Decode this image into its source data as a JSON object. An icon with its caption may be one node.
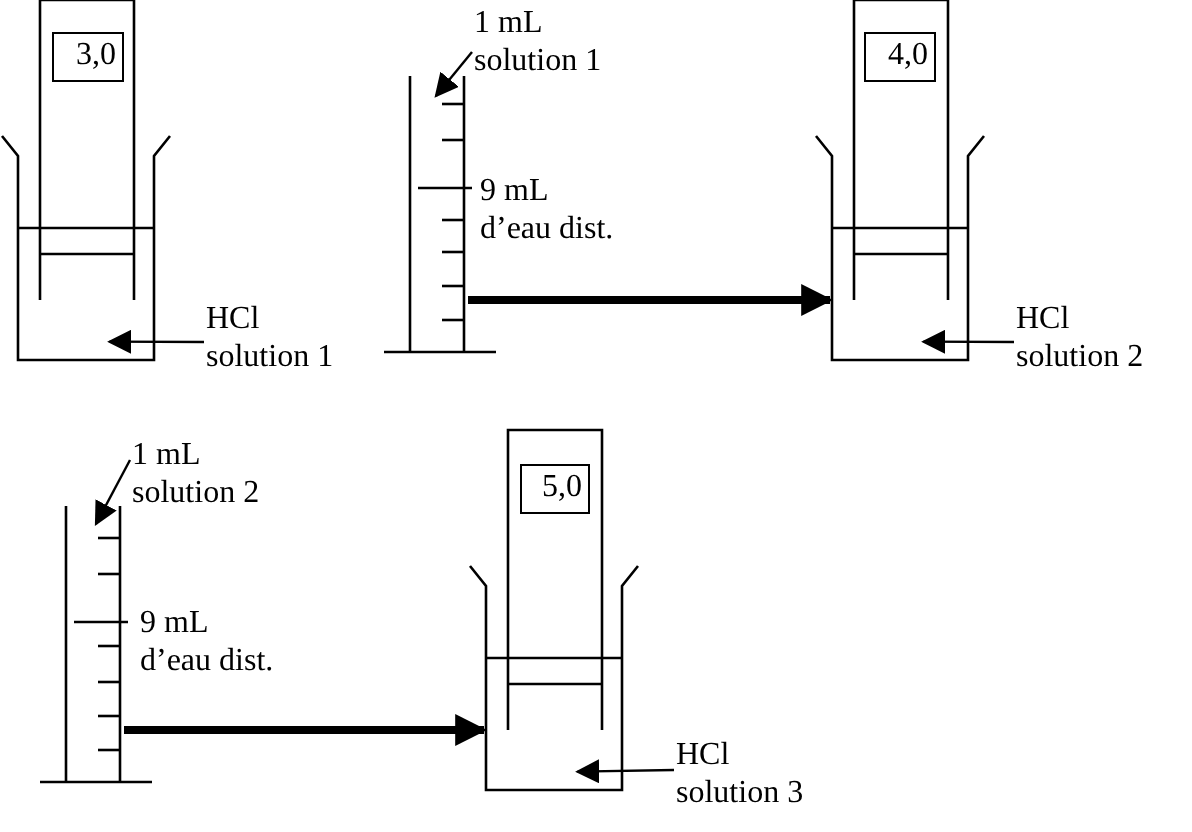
{
  "diagram": {
    "nodes": [
      {
        "text": [
          "3,0"
        ]
      },
      {
        "text": [],
        "shape": "box"
      },
      {
        "text": [
          "HCl solution 1"
        ]
      },
      {
        "text": [
          "1 mL solution 1"
        ]
      },
      {
        "text": [],
        "shape": "box"
      },
      {
        "text": [
          "4,0"
        ]
      },
      {
        "text": [],
        "shape": "box"
      },
      {
        "text": [
          "HCl solution 2"
        ]
      },
      {
        "text": [
          "1 mL solution 2"
        ]
      },
      {
        "text": [],
        "shape": "box"
      },
      {
        "text": [
          "5,0"
        ]
      },
      {
        "text": [],
        "shape": "box"
      },
      {
        "text": [
          "HCl solution 3"
        ]
      }
    ],
    "edges": [
      {
        "from": 2,
        "to": 1,
        "arrow": "to"
      },
      {
        "from": 3,
        "to": null,
        "arrow": "to"
      },
      {
        "from": 4,
        "to": 6,
        "arrow": "to",
        "style": "thick"
      },
      {
        "from": 7,
        "to": 6,
        "arrow": "to"
      },
      {
        "from": 8,
        "to": null,
        "arrow": "to"
      },
      {
        "from": 9,
        "to": 11,
        "arrow": "to",
        "style": "thick"
      },
      {
        "from": 12,
        "to": 11,
        "arrow": "to"
      }
    ],
    "labels": [
      "9 mL d’eau dist.",
      "9 mL d’eau dist."
    ]
  }
}
